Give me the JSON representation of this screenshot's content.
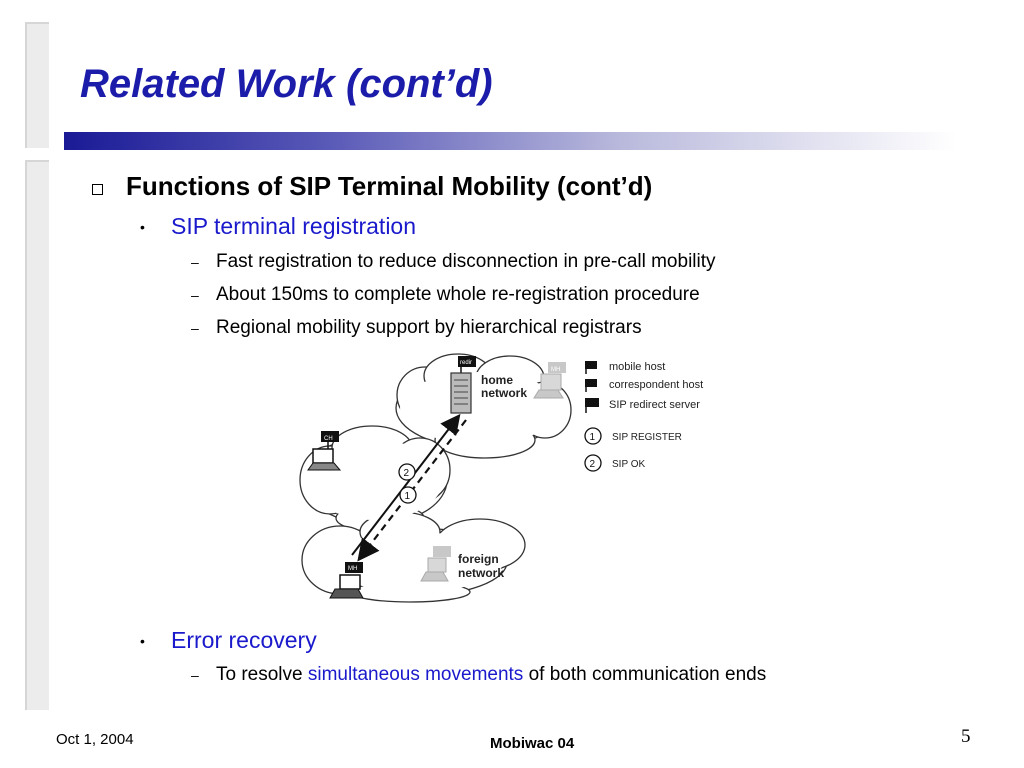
{
  "slide": {
    "title": "Related Work (cont’d)",
    "heading": "Functions of SIP Terminal Mobility (cont’d)",
    "sections": [
      {
        "label": "SIP terminal registration",
        "items": [
          "Fast registration to reduce disconnection in pre-call mobility",
          "About 150ms to complete whole re-registration procedure",
          "Regional mobility support by hierarchical registrars"
        ]
      },
      {
        "label": "Error recovery",
        "item_prefix": "To resolve ",
        "item_highlight": "simultaneous movements",
        "item_suffix": " of both communication ends"
      }
    ]
  },
  "diagram": {
    "home_network_line1": "home",
    "home_network_line2": "network",
    "foreign_network_line1": "foreign",
    "foreign_network_line2": "network",
    "redir_tag": "redir",
    "ch_tag": "CH",
    "mh_tag": "MH",
    "step_2": "2",
    "step_1": "1",
    "legend": {
      "mobile_host": "mobile host",
      "correspondent_host": "correspondent host",
      "redirect_server": "SIP redirect server",
      "register_num": "1",
      "register": "SIP REGISTER",
      "ok_num": "2",
      "ok": "SIP OK"
    }
  },
  "footer": {
    "date": "Oct 1, 2004",
    "center": "Mobiwac 04",
    "page": "5"
  },
  "colors": {
    "title": "#1c1caa",
    "accent_text": "#1a1acc"
  }
}
